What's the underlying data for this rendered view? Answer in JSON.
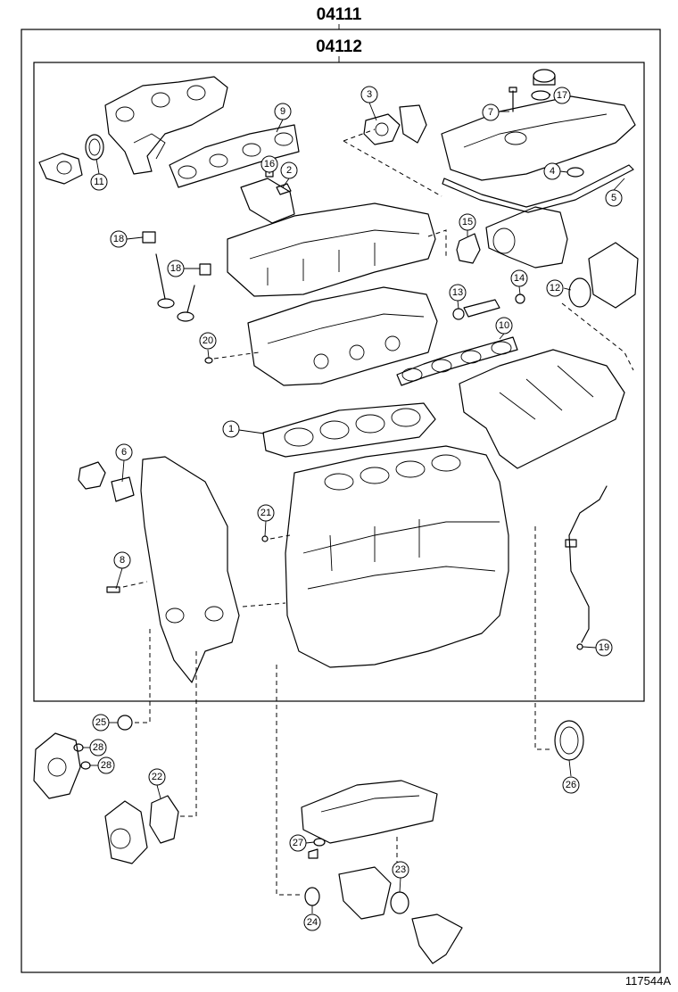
{
  "kits": {
    "outer_part_number": "04111",
    "inner_part_number": "04112"
  },
  "illustration_ref": "117544A",
  "callouts": [
    {
      "id": "c1",
      "label": "1"
    },
    {
      "id": "c2",
      "label": "2"
    },
    {
      "id": "c3",
      "label": "3"
    },
    {
      "id": "c4",
      "label": "4"
    },
    {
      "id": "c5",
      "label": "5"
    },
    {
      "id": "c6",
      "label": "6"
    },
    {
      "id": "c7",
      "label": "7"
    },
    {
      "id": "c8",
      "label": "8"
    },
    {
      "id": "c9",
      "label": "9"
    },
    {
      "id": "c10",
      "label": "10"
    },
    {
      "id": "c11",
      "label": "11"
    },
    {
      "id": "c12",
      "label": "12"
    },
    {
      "id": "c13",
      "label": "13"
    },
    {
      "id": "c14",
      "label": "14"
    },
    {
      "id": "c15",
      "label": "15"
    },
    {
      "id": "c16",
      "label": "16"
    },
    {
      "id": "c17",
      "label": "17"
    },
    {
      "id": "c18a",
      "label": "18"
    },
    {
      "id": "c18b",
      "label": "18"
    },
    {
      "id": "c19",
      "label": "19"
    },
    {
      "id": "c20",
      "label": "20"
    },
    {
      "id": "c21",
      "label": "21"
    },
    {
      "id": "c22",
      "label": "22"
    },
    {
      "id": "c23",
      "label": "23"
    },
    {
      "id": "c24",
      "label": "24"
    },
    {
      "id": "c25",
      "label": "25"
    },
    {
      "id": "c26",
      "label": "26"
    },
    {
      "id": "c27",
      "label": "27"
    },
    {
      "id": "c28a",
      "label": "28"
    },
    {
      "id": "c28b",
      "label": "28"
    }
  ]
}
